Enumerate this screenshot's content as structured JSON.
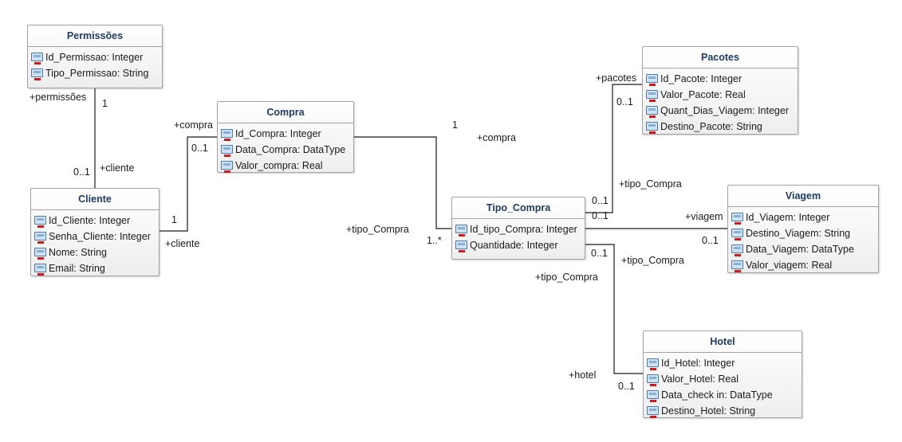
{
  "classes": {
    "permissoes": {
      "name": "Permissões",
      "attributes": [
        "Id_Permissao: Integer",
        "Tipo_Permissao: String"
      ]
    },
    "cliente": {
      "name": "Cliente",
      "attributes": [
        "Id_Cliente: Integer",
        "Senha_Cliente: Integer",
        "Nome: String",
        "Email: String"
      ]
    },
    "compra": {
      "name": "Compra",
      "attributes": [
        "Id_Compra: Integer",
        "Data_Compra: DataType",
        "Valor_compra: Real"
      ]
    },
    "tipo_compra": {
      "name": "Tipo_Compra",
      "attributes": [
        "Id_tipo_Compra: Integer",
        "Quantidade: Integer"
      ]
    },
    "pacotes": {
      "name": "Pacotes",
      "attributes": [
        "Id_Pacote: Integer",
        "Valor_Pacote: Real",
        "Quant_Dias_Viagem: Integer",
        "Destino_Pacote: String"
      ]
    },
    "viagem": {
      "name": "Viagem",
      "attributes": [
        "Id_Viagem: Integer",
        "Destino_Viagem: String",
        "Data_Viagem: DataType",
        "Valor_viagem: Real"
      ]
    },
    "hotel": {
      "name": "Hotel",
      "attributes": [
        "Id_Hotel: Integer",
        "Valor_Hotel: Real",
        "Data_check in: DataType",
        "Destino_Hotel: String"
      ]
    }
  },
  "associations": {
    "permissoes_cliente": {
      "role_a": "+permissões",
      "mult_a": "1",
      "role_b": "+cliente",
      "mult_b": "0..1"
    },
    "cliente_compra": {
      "role_a": "+cliente",
      "mult_a": "1",
      "role_b": "+compra",
      "mult_b": "0..1"
    },
    "compra_tipo": {
      "mult_a": "1",
      "role_a": "+compra",
      "role_b": "+tipo_Compra",
      "mult_b": "1..*"
    },
    "tipo_pacotes": {
      "mult_a": "0..1",
      "role_a": "+tipo_Compra",
      "role_b": "+pacotes",
      "mult_b": "0..1"
    },
    "tipo_viagem": {
      "mult_a": "0..1",
      "role_a": "+tipo_Compra",
      "role_b": "+viagem",
      "mult_b": "0..1"
    },
    "tipo_hotel": {
      "mult_a": "0..1",
      "role_a": "+tipo_Compra",
      "role_b": "+hotel",
      "mult_b": "0..1"
    }
  }
}
